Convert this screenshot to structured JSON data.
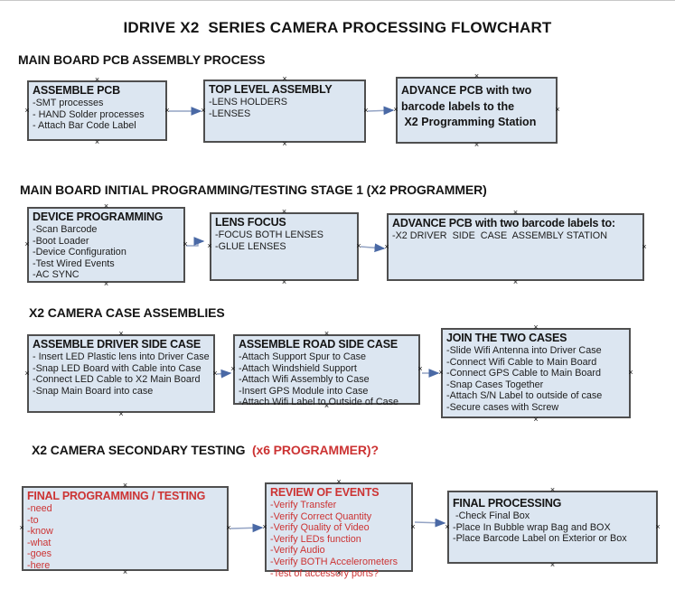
{
  "title": "IDRIVE X2  SERIES CAMERA PROCESSING FLOWCHART",
  "colors": {
    "box_fill": "#dce6f1",
    "box_border": "#4f4f4f",
    "red_text": "#cc3333",
    "arrow_line": "#93a3c4",
    "arrow_head": "#4a69a5"
  },
  "sections": [
    {
      "heading": "MAIN BOARD PCB ASSEMBLY PROCESS",
      "boxes": [
        {
          "title": "ASSEMBLE PCB",
          "items": [
            "-SMT processes",
            "- HAND Solder processes",
            "- Attach Bar Code Label"
          ]
        },
        {
          "title": "TOP LEVEL ASSEMBLY",
          "items": [
            "-LENS HOLDERS",
            "-LENSES"
          ]
        },
        {
          "lines": [
            "ADVANCE PCB with two",
            "barcode labels to the",
            " X2 Programming Station"
          ]
        }
      ]
    },
    {
      "heading": "MAIN BOARD INITIAL PROGRAMMING/TESTING STAGE 1 (X2 PROGRAMMER)",
      "boxes": [
        {
          "title": "DEVICE PROGRAMMING",
          "items": [
            "-Scan Barcode",
            "-Boot Loader",
            "-Device Configuration",
            "-Test Wired Events",
            "-AC SYNC"
          ]
        },
        {
          "title": "LENS FOCUS",
          "items": [
            "-FOCUS BOTH LENSES",
            "-GLUE LENSES"
          ]
        },
        {
          "title": "ADVANCE PCB with two barcode labels to:",
          "items": [
            "-X2 DRIVER  SIDE  CASE  ASSEMBLY STATION"
          ]
        }
      ]
    },
    {
      "heading": "X2 CAMERA CASE ASSEMBLIES",
      "boxes": [
        {
          "title": "ASSEMBLE DRIVER SIDE CASE",
          "items": [
            "- Insert LED Plastic lens into Driver Case",
            "-Snap LED Board with Cable into Case",
            "-Connect LED Cable to X2 Main Board",
            "-Snap Main Board into case"
          ]
        },
        {
          "title": "ASSEMBLE ROAD SIDE CASE",
          "items": [
            "-Attach Support Spur to Case",
            "-Attach Windshield Support",
            "-Attach Wifi Assembly to Case",
            "-Insert GPS Module into Case",
            "-Attach Wifi Label to Outside of Case"
          ]
        },
        {
          "title": "JOIN THE TWO CASES",
          "items": [
            "-Slide Wifi Antenna into Driver Case",
            "-Connect Wifi Cable to Main Board",
            "-Connect GPS Cable to Main Board",
            "-Snap Cases Together",
            "-Attach S/N Label to outside of case",
            "-Secure cases with Screw"
          ]
        }
      ]
    },
    {
      "heading": "X2 CAMERA SECONDARY TESTING ",
      "heading_red": " (x6 PROGRAMMER)?",
      "boxes": [
        {
          "title": "FINAL PROGRAMMING / TESTING",
          "items": [
            "-need",
            "-to",
            "-know",
            "-what",
            "-goes",
            "-here"
          ]
        },
        {
          "title": "REVIEW OF EVENTS",
          "items": [
            "-Verify Transfer",
            "-Verify Correct Quantity",
            "-Verify Quality of Video",
            "-Verify LEDs function",
            "-Verify Audio",
            "-Verify BOTH Accelerometers",
            "-Test of accessory ports?"
          ]
        },
        {
          "title": "FINAL PROCESSING",
          "items": [
            " -Check Final Box",
            "-Place In Bubble wrap Bag and BOX",
            "-Place Barcode Label on Exterior or Box"
          ]
        }
      ]
    }
  ]
}
